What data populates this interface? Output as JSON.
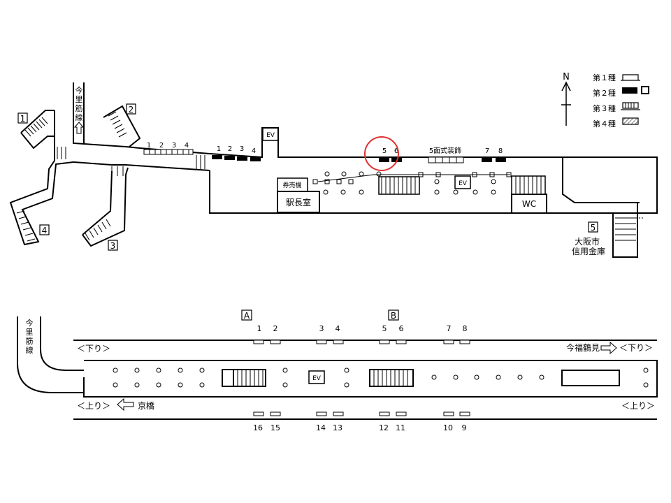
{
  "colors": {
    "line": "#000000",
    "background": "#ffffff",
    "highlight": "#e03030"
  },
  "legend": {
    "north": "N",
    "items": [
      {
        "label": "第１種",
        "icon": "ad-type-1-icon"
      },
      {
        "label": "第２種",
        "icon": "ad-type-2-icon"
      },
      {
        "label": "第３種",
        "icon": "ad-type-3-icon"
      },
      {
        "label": "第４種",
        "icon": "ad-type-4-icon"
      }
    ]
  },
  "concourse": {
    "exits": [
      "1",
      "2",
      "3",
      "4",
      "5"
    ],
    "street_label": "今里筋線",
    "exit5_label": [
      "大阪市",
      "信用金庫"
    ],
    "ev": "EV",
    "ticket_machines": "券売機",
    "station_office": "駅長室",
    "wc": "WC",
    "decoration_label": "5面式装飾",
    "ad_numbers_left": [
      "1",
      "2",
      "3",
      "4"
    ],
    "ad_numbers_left2": [
      "1",
      "2",
      "3",
      "4"
    ],
    "ad_numbers_mid": [
      "5",
      "6"
    ],
    "ad_numbers_right": [
      "7",
      "8"
    ],
    "highlighted_ads": [
      "5",
      "6"
    ]
  },
  "platform": {
    "street_label": "今里筋線",
    "section_labels": [
      "A",
      "B"
    ],
    "top_numbers": [
      "1",
      "2",
      "3",
      "4",
      "5",
      "6",
      "7",
      "8"
    ],
    "bottom_numbers": [
      "16",
      "15",
      "14",
      "13",
      "12",
      "11",
      "10",
      "9"
    ],
    "down_label_left": "＜下り＞",
    "down_label_right": "＜下り＞",
    "down_destination": "今福鶴見",
    "up_label_left": "＜上り＞",
    "up_label_right": "＜上り＞",
    "up_destination": "京橋",
    "ev": "EV"
  }
}
